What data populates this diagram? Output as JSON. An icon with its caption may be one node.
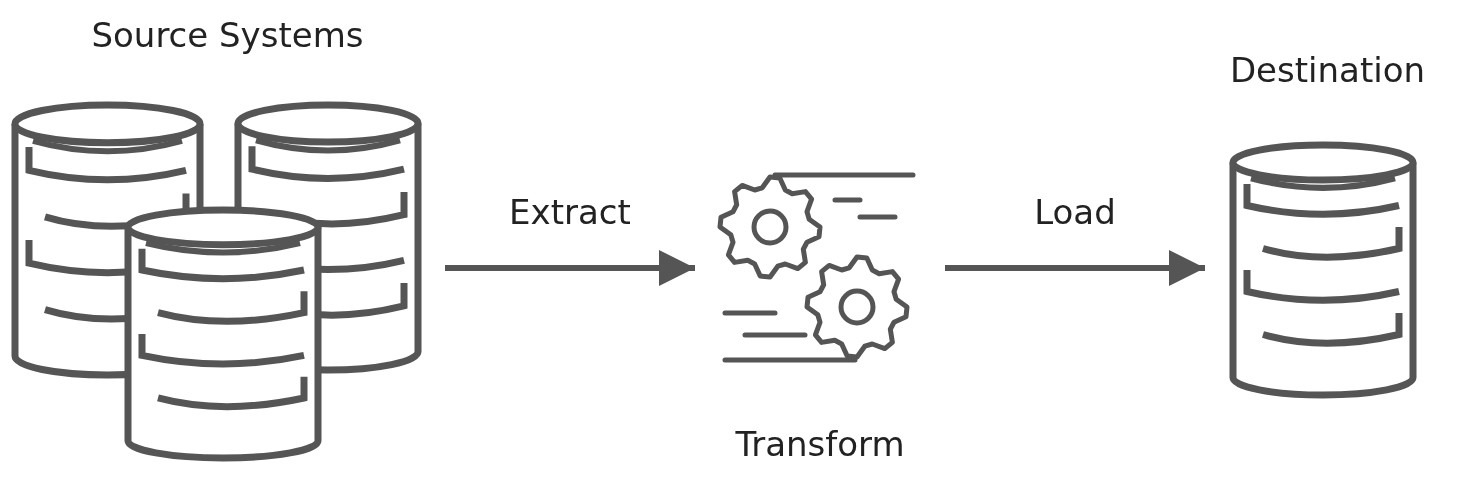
{
  "diagram": {
    "nodes": [
      {
        "text": [
          "Source Systems"
        ]
      },
      {
        "text": [
          "Transform"
        ]
      },
      {
        "text": [
          "Destination"
        ]
      }
    ],
    "edges": [
      {
        "from": 0,
        "to": 1,
        "arrow": "to",
        "label": "Extract"
      },
      {
        "from": 1,
        "to": 2,
        "arrow": "to",
        "label": "Load"
      }
    ]
  }
}
